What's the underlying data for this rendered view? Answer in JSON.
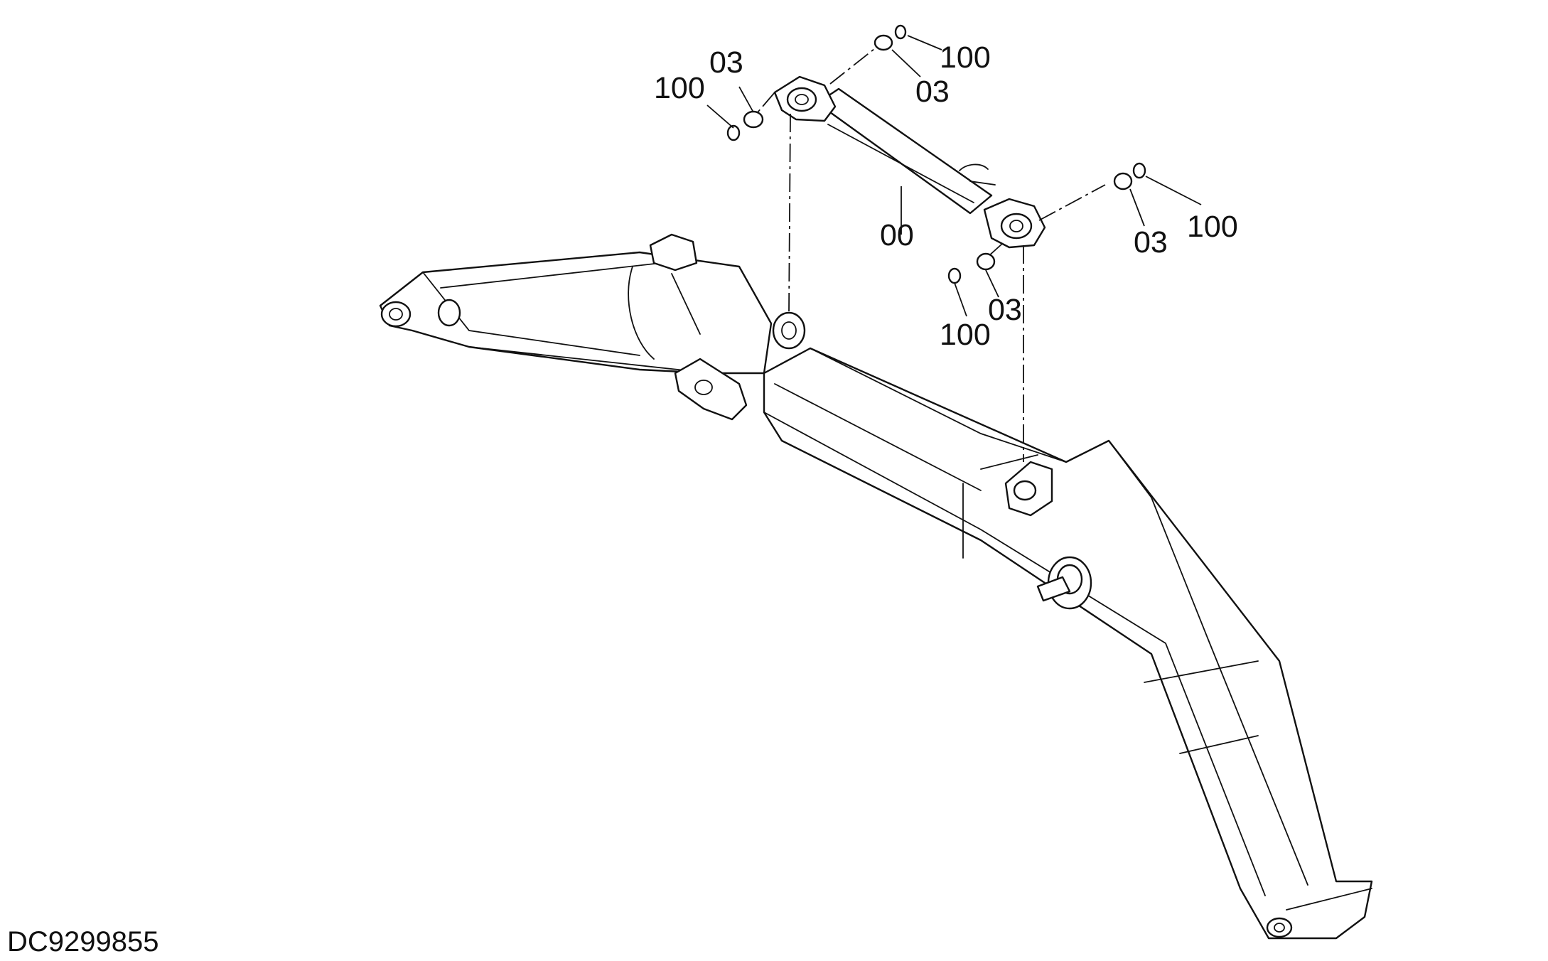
{
  "drawing_code": "DC9299855",
  "callouts": {
    "c1": "03",
    "c2": "100",
    "c3": "100",
    "c4": "03",
    "c5": "00",
    "c6": "03",
    "c7": "100",
    "c8": "03",
    "c9": "100"
  }
}
